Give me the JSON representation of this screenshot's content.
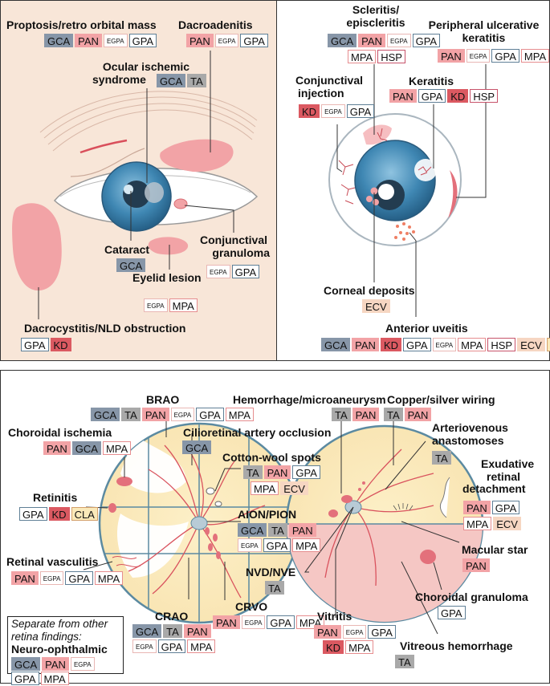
{
  "panel_a": {
    "labels": {
      "proptosis": "Proptosis/retro orbital mass",
      "dacroadenitis": "Dacroadenitis",
      "ocular_ischemic_1": "Ocular ischemic",
      "ocular_ischemic_2": "syndrome",
      "cataract": "Cataract",
      "conj_gran_1": "Conjunctival",
      "conj_gran_2": "granuloma",
      "eyelid": "Eyelid lesion",
      "dacrocystitis": "Dacrocystitis/NLD obstruction"
    },
    "tags": {
      "proptosis": [
        "GCA",
        "PAN",
        "EGPA",
        "GPA"
      ],
      "dacroadenitis": [
        "PAN",
        "EGPA",
        "GPA"
      ],
      "ocular_ischemic": [
        "GCA",
        "TA"
      ],
      "cataract": [
        "GCA"
      ],
      "conj_gran": [
        "EGPA",
        "GPA"
      ],
      "eyelid": [
        "EGPA",
        "MPA"
      ],
      "dacrocystitis": [
        "GPA",
        "KD"
      ]
    }
  },
  "panel_b": {
    "labels": {
      "scleritis_1": "Scleritis/",
      "scleritis_2": "episcleritis",
      "puk_1": "Peripheral ulcerative",
      "puk_2": "keratitis",
      "conj_inj_1": "Conjunctival",
      "conj_inj_2": "injection",
      "keratitis": "Keratitis",
      "corneal": "Corneal deposits",
      "uveitis": "Anterior uveitis"
    },
    "tags": {
      "scleritis_1": [
        "GCA",
        "PAN",
        "EGPA",
        "GPA"
      ],
      "scleritis_2": [
        "MPA",
        "HSP"
      ],
      "puk": [
        "PAN",
        "EGPA",
        "GPA",
        "MPA"
      ],
      "conj_inj": [
        "KD",
        "EGPA",
        "GPA"
      ],
      "keratitis": [
        "PAN",
        "GPA",
        "KD",
        "HSP"
      ],
      "corneal": [
        "ECV"
      ],
      "uveitis": [
        "GCA",
        "PAN",
        "KD",
        "GPA",
        "EGPA",
        "MPA",
        "HSP",
        "ECV",
        "CLA"
      ]
    }
  },
  "panel_c": {
    "labels": {
      "brao": "BRAO",
      "hemorrhage": "Hemorrhage/microaneurysm",
      "copper": "Copper/silver wiring",
      "choroidal_isch": "Choroidal ischemia",
      "cilioretinal": "Cilioretinal artery occlusion",
      "av_1": "Arteriovenous",
      "av_2": "anastomoses",
      "cotton": "Cotton-wool spots",
      "exudative_1": "Exudative",
      "exudative_2": "retinal",
      "exudative_3": "detachment",
      "retinitis": "Retinitis",
      "aion": "AION/PION",
      "macular": "Macular star",
      "vasculitis": "Retinal vasculitis",
      "nvd": "NVD/NVE",
      "choroidal_gran": "Choroidal granuloma",
      "crao": "CRAO",
      "crvo": "CRVO",
      "vitritis": "Vitritis",
      "vitreous": "Vitreous hemorrhage",
      "sep_1": "Separate from other",
      "sep_2": "retina findings:",
      "neuro": "Neuro-ophthalmic"
    },
    "tags": {
      "brao": [
        "GCA",
        "TA",
        "PAN",
        "EGPA",
        "GPA",
        "MPA"
      ],
      "hemorrhage": [
        "TA",
        "PAN"
      ],
      "copper": [
        "TA",
        "PAN"
      ],
      "choroidal_isch": [
        "PAN",
        "GCA",
        "MPA"
      ],
      "cilioretinal": [
        "GCA"
      ],
      "av": [
        "TA"
      ],
      "cotton_1": [
        "TA",
        "PAN",
        "GPA"
      ],
      "cotton_2": [
        "MPA",
        "ECV"
      ],
      "exudative_1": [
        "PAN",
        "GPA"
      ],
      "exudative_2": [
        "MPA",
        "ECV"
      ],
      "retinitis": [
        "GPA",
        "KD",
        "CLA"
      ],
      "aion_1": [
        "GCA",
        "TA",
        "PAN"
      ],
      "aion_2": [
        "EGPA",
        "GPA",
        "MPA"
      ],
      "macular": [
        "PAN"
      ],
      "vasculitis": [
        "PAN",
        "EGPA",
        "GPA",
        "MPA"
      ],
      "nvd": [
        "TA"
      ],
      "choroidal_gran": [
        "GPA"
      ],
      "crao_1": [
        "GCA",
        "TA",
        "PAN"
      ],
      "crao_2": [
        "EGPA",
        "GPA",
        "MPA"
      ],
      "crvo": [
        "PAN",
        "EGPA",
        "GPA",
        "MPA"
      ],
      "vitritis_1": [
        "PAN",
        "EGPA",
        "GPA"
      ],
      "vitritis_2": [
        "KD",
        "MPA"
      ],
      "vitreous": [
        "TA"
      ],
      "neuro_1": [
        "GCA",
        "PAN",
        "EGPA"
      ],
      "neuro_2": [
        "GPA",
        "MPA"
      ]
    }
  },
  "colors": {
    "GCA": "#8796a8",
    "TA": "#a9a9a9",
    "PAN": "#f2a3a6",
    "EGPA": "#ffffff",
    "GPA": "#ffffff",
    "MPA": "#ffffff",
    "HSP": "#ffffff",
    "KD": "#db5961",
    "ECV": "#f6d6c2",
    "CLA": "#fae9b9"
  }
}
